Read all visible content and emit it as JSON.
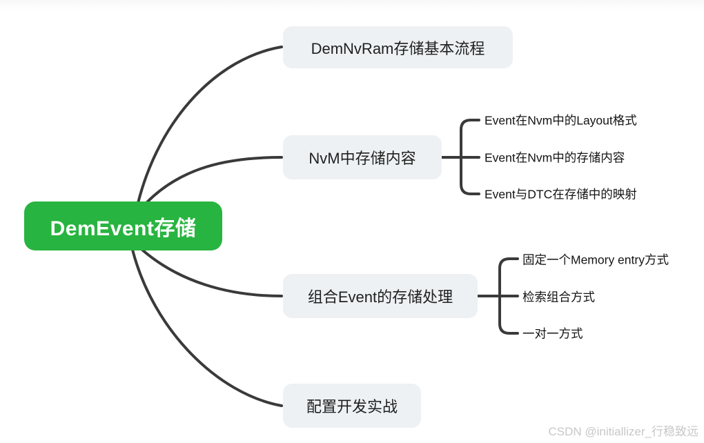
{
  "mindmap": {
    "root": {
      "label": "DemEvent存储"
    },
    "branches": [
      {
        "label": "DemNvRam存储基本流程",
        "children": []
      },
      {
        "label": "NvM中存储内容",
        "children": [
          "Event在Nvm中的Layout格式",
          "Event在Nvm中的存储内容",
          "Event与DTC在存储中的映射"
        ]
      },
      {
        "label": "组合Event的存储处理",
        "children": [
          "固定一个Memory entry方式",
          "检索组合方式",
          "一对一方式"
        ]
      },
      {
        "label": "配置开发实战",
        "children": []
      }
    ]
  },
  "watermark": {
    "text": "CSDN @initiallizer_行稳致远"
  },
  "colors": {
    "root_bg": "#28b440",
    "root_text": "#ffffff",
    "branch_bg": "#eef1f4",
    "branch_text": "#1f1f1f",
    "connector": "#3a3a3a",
    "watermark": "#c7c7c7"
  }
}
